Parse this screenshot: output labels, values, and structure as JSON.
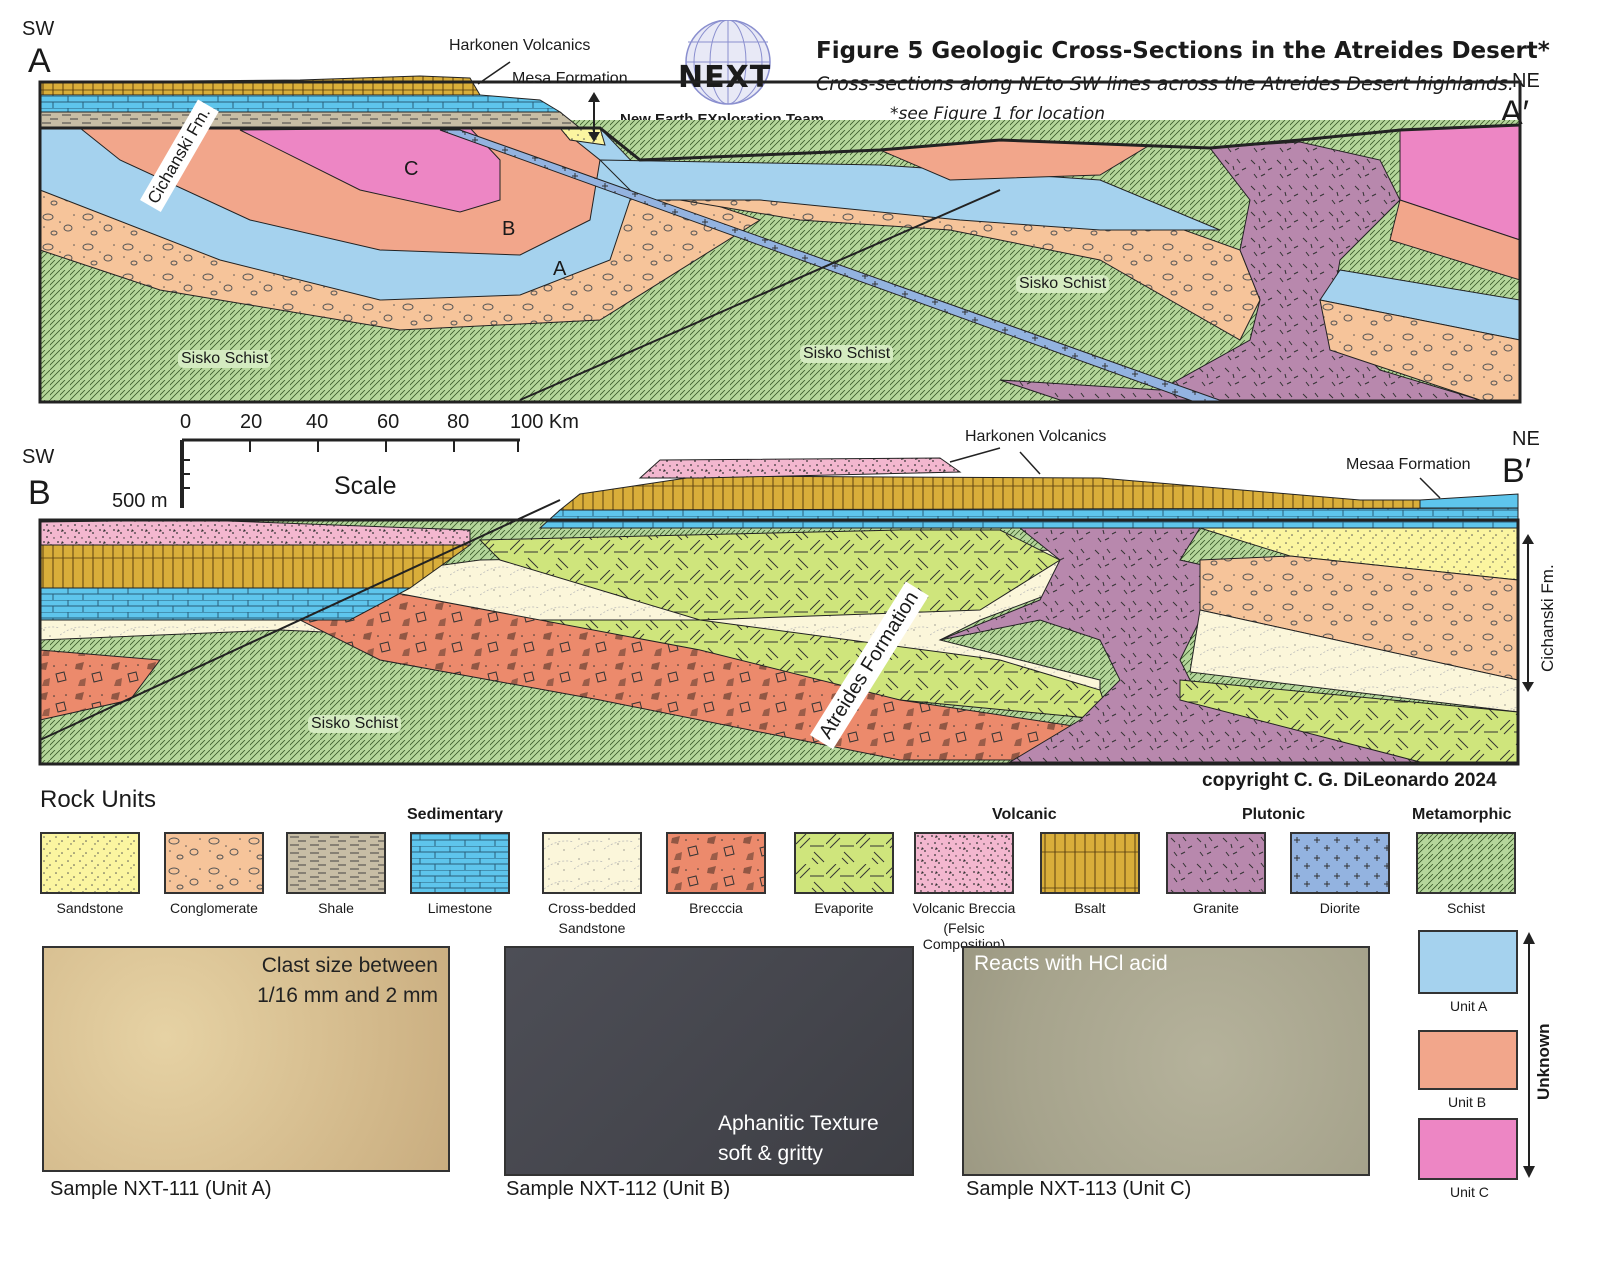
{
  "figure": {
    "title": "Figure 5 Geologic Cross-Sections in the Atreides Desert*",
    "subtitle": "Cross-sections along NEto SW lines across the Atreides Desert highlands.",
    "note": "*see Figure 1 for location",
    "copyright": "copyright C. G. DiLeonardo 2024"
  },
  "logo": {
    "text": "NEXT",
    "team_words": [
      "New",
      "Earth",
      "EXploration",
      "Team"
    ]
  },
  "section_a": {
    "dir_left": "SW",
    "letter_left": "A",
    "dir_right": "NE",
    "letter_right": "A′",
    "labels": {
      "harkonen": "Harkonen Volcanics",
      "mesa": "Mesa Formation",
      "cichanski": "Cichanski Fm.",
      "unit_c": "C",
      "unit_b": "B",
      "unit_a": "A",
      "schist1": "Sisko Schist",
      "schist2": "Sisko Schist",
      "schist3": "Sisko Schist"
    }
  },
  "scale": {
    "ticks": [
      "0",
      "20",
      "40",
      "60",
      "80",
      "100 Km"
    ],
    "vertical": "500 m",
    "label": "Scale"
  },
  "section_b": {
    "dir_left": "SW",
    "letter_left": "B",
    "dir_right": "NE",
    "letter_right": "B′",
    "labels": {
      "harkonen": "Harkonen Volcanics",
      "mesa": "Mesaa Formation",
      "atreides": "Atreides Formation",
      "cichanski": "Cichanski Fm.",
      "schist": "Sisko Schist"
    }
  },
  "legend": {
    "title": "Rock Units",
    "categories": [
      "Sedimentary",
      "Volcanic",
      "Plutonic",
      "Metamorphic"
    ],
    "units": [
      {
        "name": "Sandstone",
        "color": "#fbf5a0"
      },
      {
        "name": "Conglomerate",
        "color": "#f6c49a"
      },
      {
        "name": "Shale",
        "color": "#c7bda5"
      },
      {
        "name": "Limestone",
        "color": "#5ec5ec"
      },
      {
        "name": "Cross-bedded",
        "name2": "Sandstone",
        "color": "#fbf6da"
      },
      {
        "name": "Brecccia",
        "color": "#ec8a6c"
      },
      {
        "name": "Evaporite",
        "color": "#cfe57c"
      },
      {
        "name": "Volcanic Breccia",
        "name2": "(Felsic Composition)",
        "color": "#f3b7cf"
      },
      {
        "name": "Bsalt",
        "color": "#d9ae3a"
      },
      {
        "name": "Granite",
        "color": "#b888ad"
      },
      {
        "name": "Diorite",
        "color": "#93b3e0"
      },
      {
        "name": "Schist",
        "color": "#b5d69b"
      }
    ],
    "unknown": {
      "label": "Unknown",
      "units": [
        {
          "name": "Unit A",
          "color": "#a5d2ee"
        },
        {
          "name": "Unit B",
          "color": "#f2a68b"
        },
        {
          "name": "Unit C",
          "color": "#ed86c4"
        }
      ]
    }
  },
  "samples": [
    {
      "caption": "Sample NXT-111 (Unit A)",
      "text1": "Clast size between",
      "text2": "1/16 mm and 2 mm"
    },
    {
      "caption": "Sample NXT-112  (Unit B)",
      "text1": "Aphanitic Texture",
      "text2": "soft & gritty"
    },
    {
      "caption": "Sample NXT-113  (Unit C)",
      "text1": "Reacts with HCl acid"
    }
  ]
}
